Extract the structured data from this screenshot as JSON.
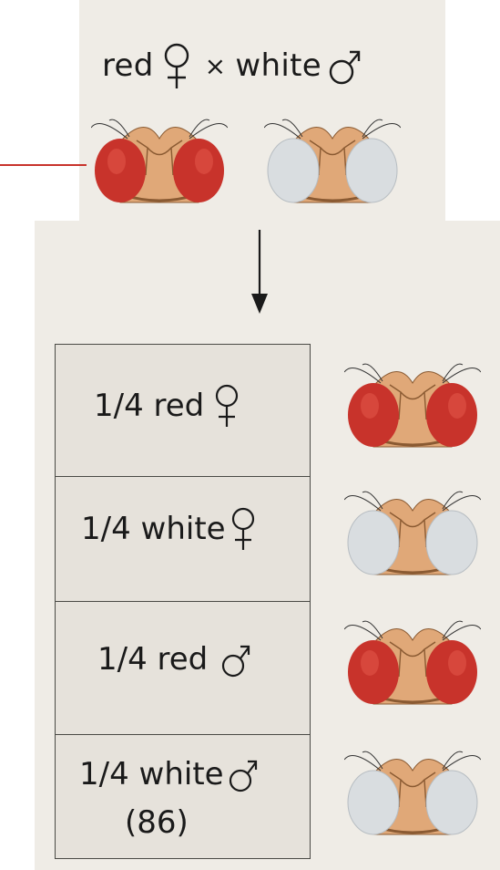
{
  "cross": {
    "female_parent": "red",
    "male_parent": "white",
    "times_sign": "×",
    "female_symbol_icon": "female-symbol-icon",
    "male_symbol_icon": "male-symbol-icon"
  },
  "colors": {
    "background": "#efece6",
    "box_fill": "#e6e2db",
    "red_eye": "#c8332b",
    "white_eye": "#d9dde0",
    "head": "#e0a878",
    "leader_line": "#c8332b"
  },
  "offspring": [
    {
      "fraction_label": "1/4 red",
      "sex": "female",
      "eye": "red",
      "count": ""
    },
    {
      "fraction_label": "1/4 white",
      "sex": "female",
      "eye": "white",
      "count": ""
    },
    {
      "fraction_label": "1/4 red",
      "sex": "male",
      "eye": "red",
      "count": ""
    },
    {
      "fraction_label": "1/4 white",
      "sex": "male",
      "eye": "white",
      "count": "(86)"
    }
  ]
}
